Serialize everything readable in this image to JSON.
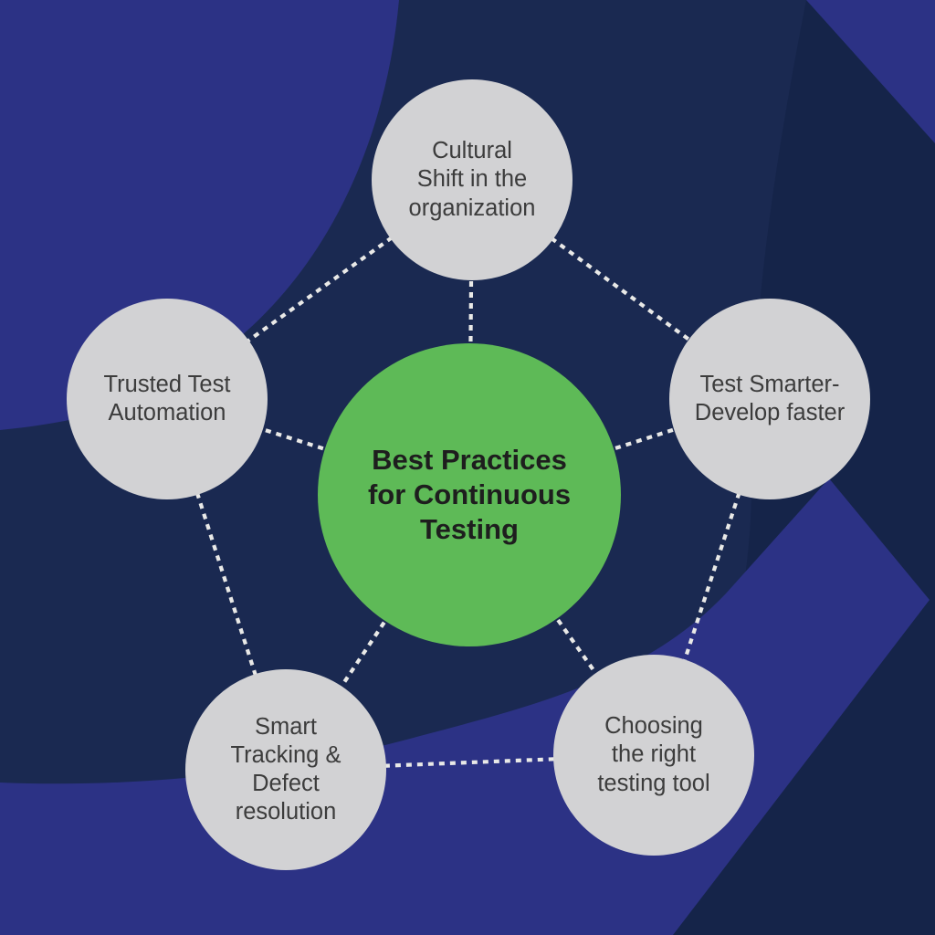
{
  "title": "Best Practices for Continuous Testing",
  "colors": {
    "navy": "#1a2951",
    "navy_dark": "#152449",
    "accent_blue": "#2c3285",
    "green": "#5eba57",
    "node_gray": "#d2d2d4",
    "connector": "#e9e9e7",
    "text_dark": "#3c3c3c",
    "center_text": "#1e1e1e"
  },
  "nodes": {
    "center": {
      "label": "Best Practices\nfor Continuous\nTesting"
    },
    "top": {
      "label": "Cultural\nShift in the\norganization"
    },
    "left": {
      "label": "Trusted Test\nAutomation"
    },
    "right": {
      "label": "Test Smarter-\nDevelop faster"
    },
    "bottom_left": {
      "label": "Smart\nTracking &\nDefect\nresolution"
    },
    "bottom_right": {
      "label": "Choosing\nthe right\ntesting tool"
    }
  }
}
